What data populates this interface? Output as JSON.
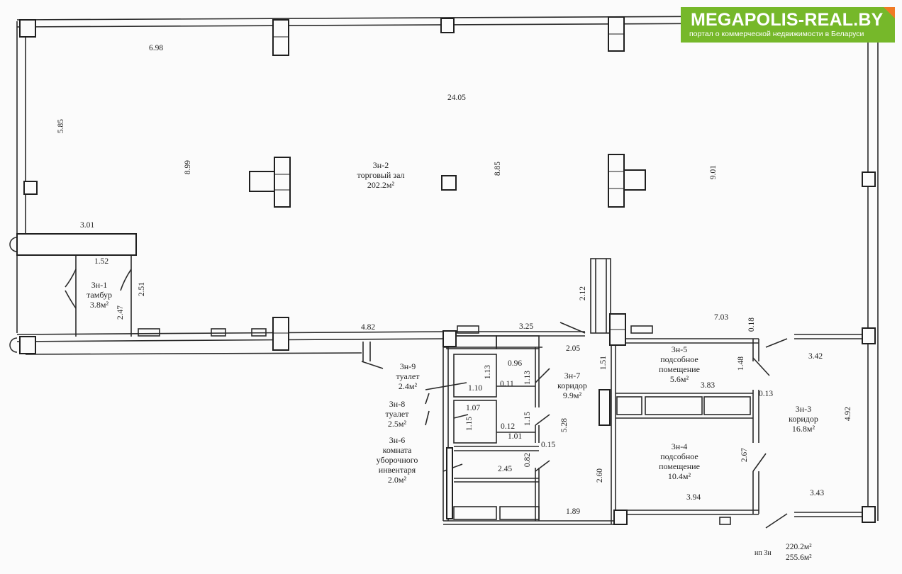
{
  "logo": {
    "brand": "MEGAPOLIS-REAL.BY",
    "tagline": "портал о коммерческой недвижимости в Беларуси"
  },
  "rooms": {
    "r1": {
      "id": "3н-1",
      "name": "тамбур",
      "area": "3.8м²"
    },
    "r2": {
      "id": "3н-2",
      "name": "торговый зал",
      "area": "202.2м²"
    },
    "r3": {
      "id": "3н-3",
      "name": "коридор",
      "area": "16.8м²"
    },
    "r4": {
      "id": "3н-4",
      "name1": "подсобное",
      "name2": "помещение",
      "area": "10.4м²"
    },
    "r5": {
      "id": "3н-5",
      "name1": "подсобное",
      "name2": "помещение",
      "area": "5.6м²"
    },
    "r6": {
      "id": "3н-6",
      "name1": "комната",
      "name2": "уборочного",
      "name3": "инвентаря",
      "area": "2.0м²"
    },
    "r7": {
      "id": "3н-7",
      "name": "коридор",
      "area": "9.9м²"
    },
    "r8": {
      "id": "3н-8",
      "name": "туалет",
      "area": "2.5м²"
    },
    "r9": {
      "id": "3н-9",
      "name": "туалет",
      "area": "2.4м²"
    }
  },
  "dims": {
    "d_698": "6.98",
    "d_2405": "24.05",
    "d_585": "5.85",
    "d_899": "8.99",
    "d_885": "8.85",
    "d_901": "9.01",
    "d_301": "3.01",
    "d_152": "1.52",
    "d_251": "2.51",
    "d_247": "2.47",
    "d_482": "4.82",
    "d_325": "3.25",
    "d_212": "2.12",
    "d_205": "2.05",
    "d_703": "7.03",
    "d_018": "0.18",
    "d_151": "1.51",
    "d_148": "1.48",
    "d_342": "3.42",
    "d_383": "3.83",
    "d_013": "0.13",
    "d_096": "0.96",
    "d_113a": "1.13",
    "d_113b": "1.13",
    "d_110": "1.10",
    "d_011": "0.11",
    "d_107": "1.07",
    "d_115a": "1.15",
    "d_115b": "1.15",
    "d_012": "0.12",
    "d_101": "1.01",
    "d_015": "0.15",
    "d_528": "5.28",
    "d_082": "0.82",
    "d_245": "2.45",
    "d_260": "2.60",
    "d_267": "2.67",
    "d_492": "4.92",
    "d_394": "3.94",
    "d_343": "3.43",
    "d_189": "1.89"
  },
  "summary": {
    "label": "нп 3н",
    "area1": "220.2м²",
    "area2": "255.6м²"
  }
}
